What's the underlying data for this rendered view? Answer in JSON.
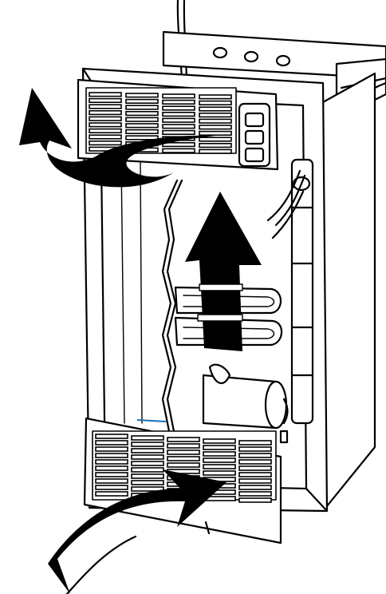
{
  "diagram": {
    "subject": "refrigerator-rear-ventilation-airflow",
    "colors": {
      "line": "#000000",
      "background": "#ffffff",
      "arrow": "#000000",
      "accent": "#1a6fb5"
    },
    "icons": [
      "air-intake-arrow",
      "air-exhaust-arrow",
      "upflow-arrow"
    ]
  }
}
